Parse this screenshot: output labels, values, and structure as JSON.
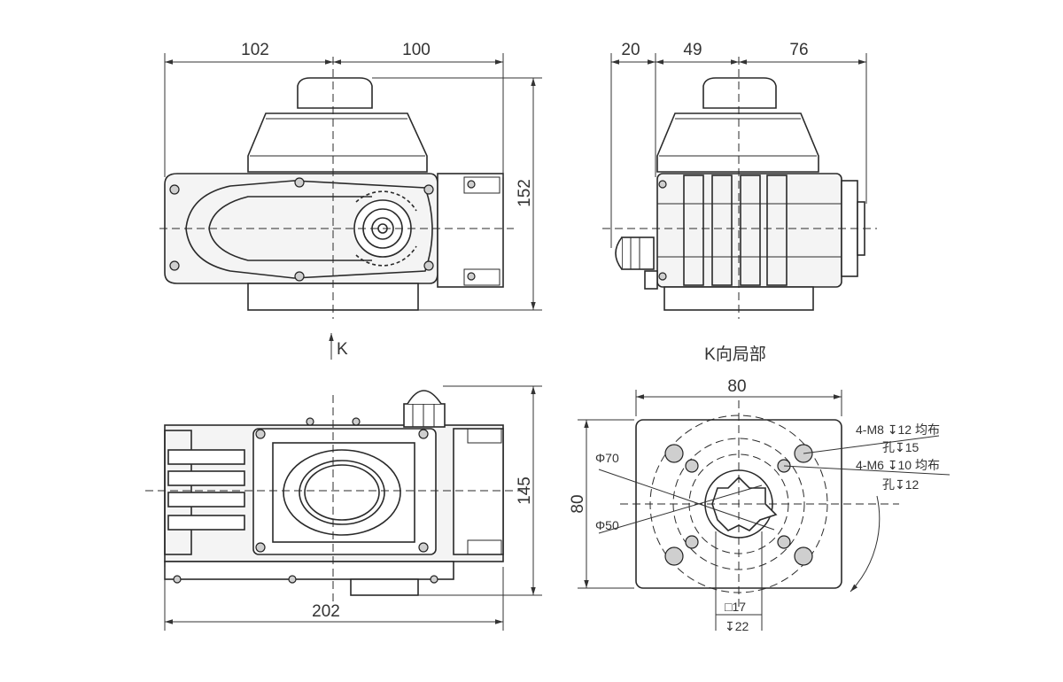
{
  "dimensions": {
    "front_left_width": "102",
    "front_right_width": "100",
    "front_height": "152",
    "side_cable": "20",
    "side_mid": "49",
    "side_right": "76",
    "bottom_height": "145",
    "bottom_width": "202",
    "flange_width": "80",
    "flange_height": "80"
  },
  "labels": {
    "view_arrow": "K",
    "view_title": "K向局部",
    "pcd_large": "Φ70",
    "pcd_small": "Φ50",
    "bolt_spec_1_line1": "4-M8 ↧12 均布",
    "bolt_spec_1_line2": "孔↧15",
    "bolt_spec_2_line1": "4-M6 ↧10 均布",
    "bolt_spec_2_line2": "孔↧12",
    "square_drive": "□17",
    "drive_depth": "↧22"
  }
}
